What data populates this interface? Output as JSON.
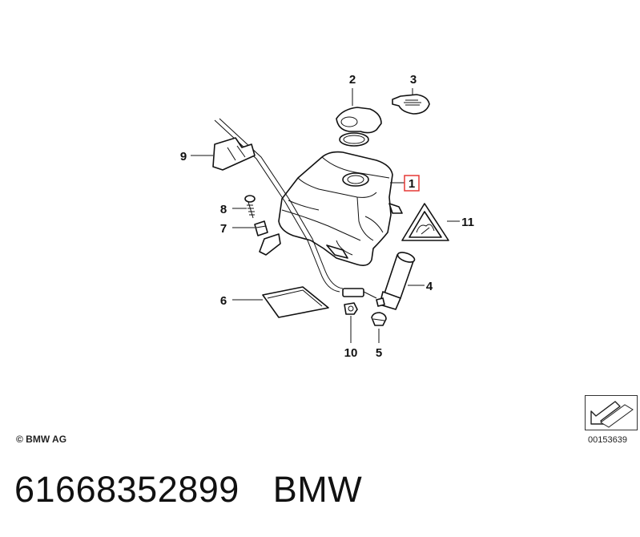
{
  "callouts": {
    "c1": "1",
    "c2": "2",
    "c3": "3",
    "c4": "4",
    "c5": "5",
    "c6": "6",
    "c7": "7",
    "c8": "8",
    "c9": "9",
    "c10": "10",
    "c11": "11"
  },
  "highlight_color": "#e53935",
  "footer": {
    "copyright": "© BMW AG",
    "diagram_ref": "00153639",
    "part_number": "61668352899",
    "brand": "BMW"
  }
}
